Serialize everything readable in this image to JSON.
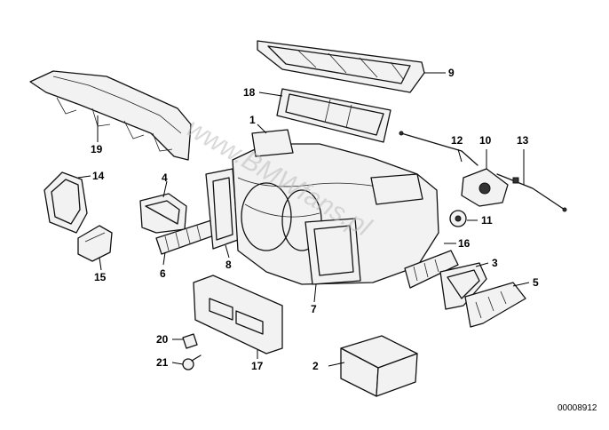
{
  "diagram": {
    "reference_number": "00008912",
    "watermark": "www.BMWfans.pl",
    "callouts": [
      {
        "id": "1",
        "label": "1"
      },
      {
        "id": "2",
        "label": "2"
      },
      {
        "id": "3",
        "label": "3"
      },
      {
        "id": "4",
        "label": "4"
      },
      {
        "id": "5",
        "label": "5"
      },
      {
        "id": "6",
        "label": "6"
      },
      {
        "id": "7",
        "label": "7"
      },
      {
        "id": "8",
        "label": "8"
      },
      {
        "id": "9",
        "label": "9"
      },
      {
        "id": "10",
        "label": "10"
      },
      {
        "id": "11",
        "label": "11"
      },
      {
        "id": "12",
        "label": "12"
      },
      {
        "id": "13",
        "label": "13"
      },
      {
        "id": "14",
        "label": "14"
      },
      {
        "id": "15",
        "label": "15"
      },
      {
        "id": "16",
        "label": "16"
      },
      {
        "id": "17",
        "label": "17"
      },
      {
        "id": "18",
        "label": "18"
      },
      {
        "id": "19",
        "label": "19"
      },
      {
        "id": "20",
        "label": "20"
      },
      {
        "id": "21",
        "label": "21"
      }
    ]
  }
}
